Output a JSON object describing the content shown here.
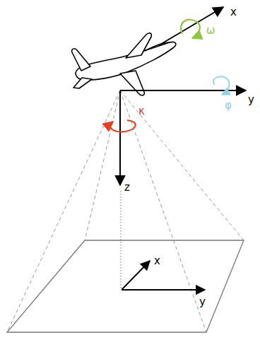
{
  "diagram": {
    "labels": [
      "x",
      "ω",
      "y",
      "φ",
      "κ",
      "z",
      "x",
      "y"
    ]
  }
}
